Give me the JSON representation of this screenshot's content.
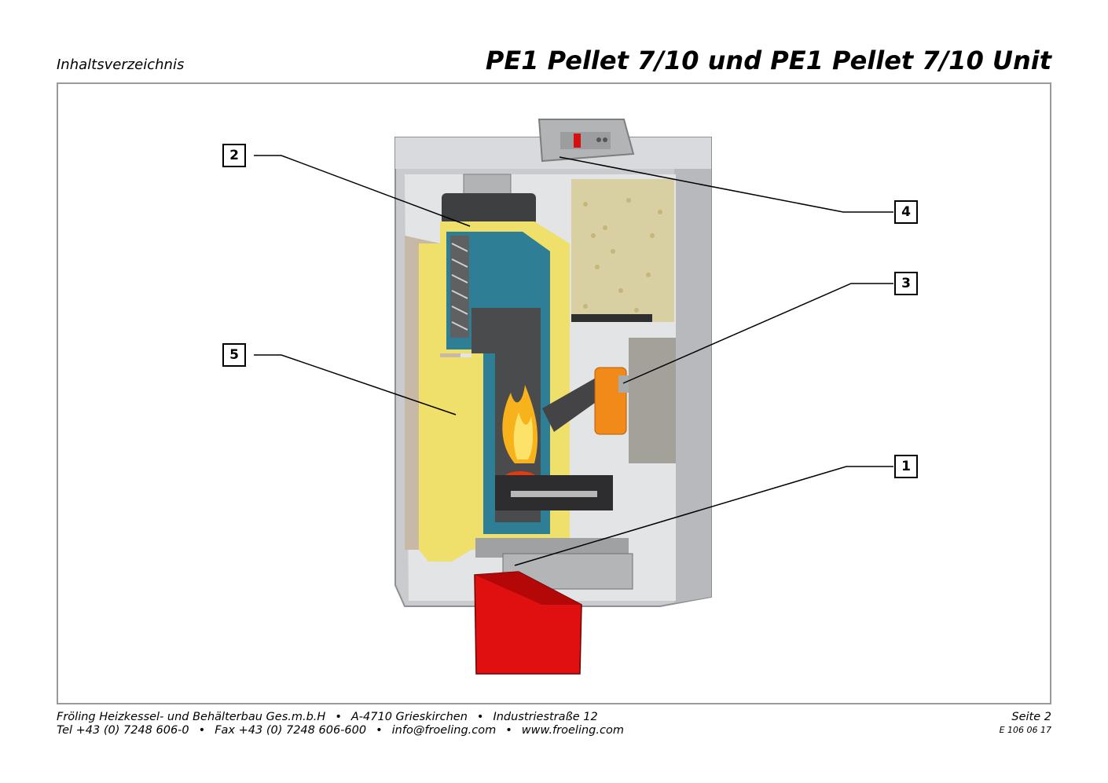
{
  "header": {
    "section": "Inhaltsverzeichnis",
    "title": "PE1 Pellet 7/10 und PE1 Pellet 7/10 Unit"
  },
  "figure": {
    "callouts": [
      "1",
      "2",
      "3",
      "4",
      "5"
    ]
  },
  "footer": {
    "company": "Fröling Heizkessel- und Behälterbau Ges.m.b.H",
    "address_city": "A-4710 Grieskirchen",
    "address_street": "Industriestraße 12",
    "phone": "Tel +43 (0) 7248 606-0",
    "fax": "Fax +43 (0) 7248 606-600",
    "email": "info@froeling.com",
    "web": "www.froeling.com",
    "page": "Seite 2",
    "doc_number": "E 106 06 17",
    "bullet": "•"
  },
  "colors": {
    "frame": "#9a9a9a",
    "casing": "#c9cbcf",
    "insulation": "#f2e676",
    "water_jacket": "#2e7f95",
    "ash_box": "#e01010",
    "actuator": "#f28a1a"
  }
}
